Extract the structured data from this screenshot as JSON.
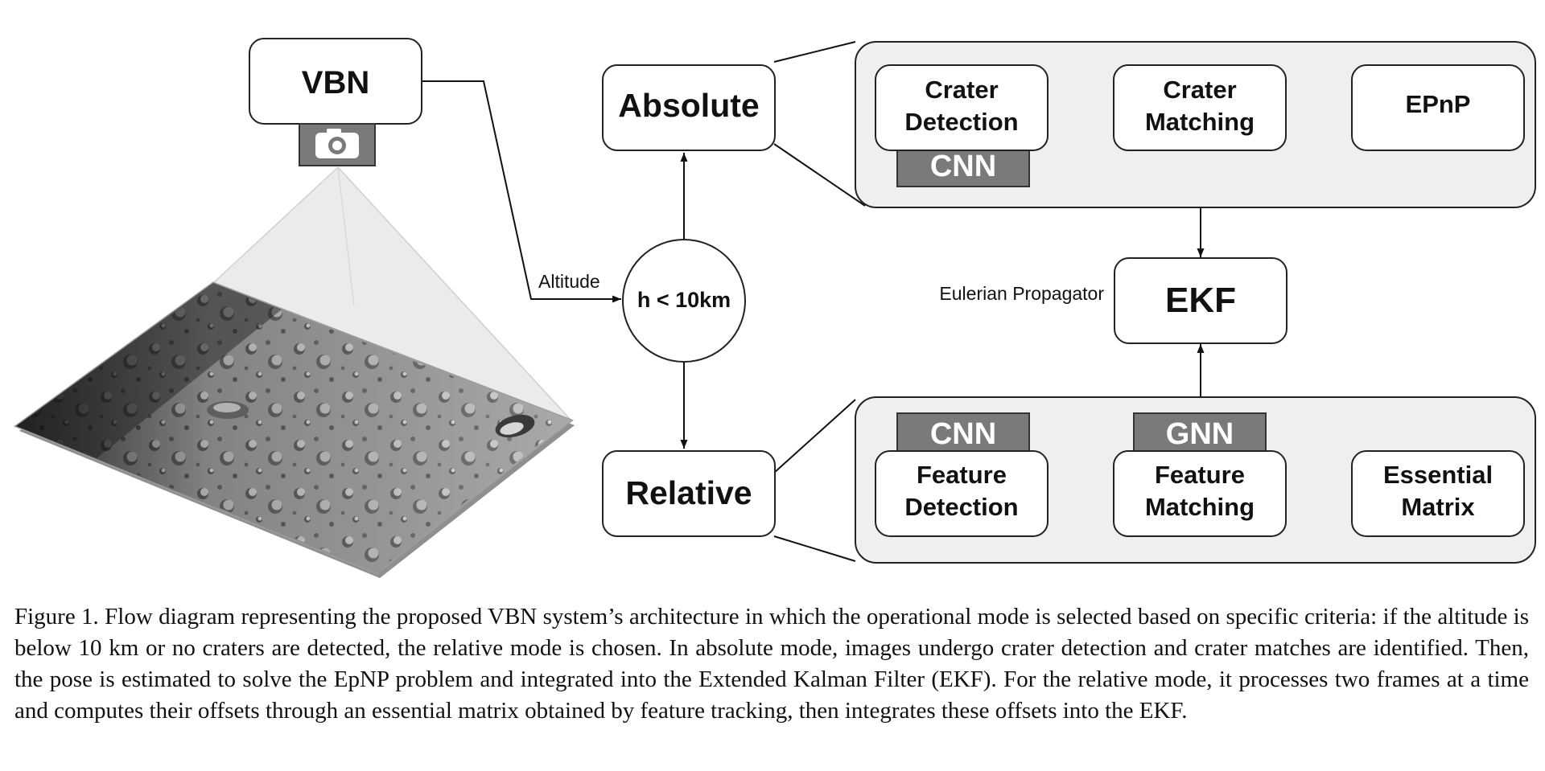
{
  "nodes": {
    "vbn": "VBN",
    "absolute": "Absolute",
    "relative": "Relative",
    "decision": "h < 10km",
    "crater_detection": [
      "Crater",
      "Detection"
    ],
    "crater_matching": [
      "Crater",
      "Matching"
    ],
    "epnp": "EPnP",
    "ekf": "EKF",
    "feature_detection": [
      "Feature",
      "Detection"
    ],
    "feature_matching": [
      "Feature",
      "Matching"
    ],
    "essential_matrix": [
      "Essential",
      "Matrix"
    ]
  },
  "tags": {
    "cnn_absolute": "CNN",
    "cnn_relative": "CNN",
    "gnn_relative": "GNN"
  },
  "edge_labels": {
    "altitude": "Altitude",
    "eulerian_propagator": "Eulerian Propagator"
  },
  "icons": {
    "camera": "camera-icon",
    "surface_image": "lunar-surface-image"
  },
  "caption": "Figure 1. Flow diagram representing the proposed VBN system’s architecture in which the operational mode is selected based on specific criteria: if the altitude is below 10 km or no craters are detected, the relative mode is chosen. In absolute mode, images undergo crater detection and crater matches are identified. Then, the pose is estimated to solve the EpNP problem and integrated into the Extended Kalman Filter (EKF). For the relative mode, it processes two frames at a time and computes their offsets through an essential matrix obtained by feature tracking, then integrates these offsets into the EKF."
}
